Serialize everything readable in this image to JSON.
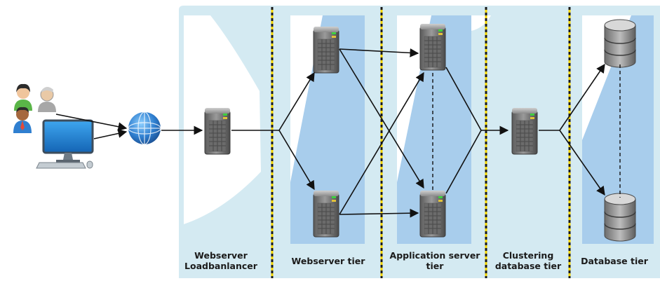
{
  "tiers": [
    {
      "id": "lb",
      "label_lines": [
        "Webserver",
        "Loadbanlancer"
      ]
    },
    {
      "id": "web",
      "label_lines": [
        "Webserver tier"
      ]
    },
    {
      "id": "app",
      "label_lines": [
        "Application server",
        "tier"
      ]
    },
    {
      "id": "cluster",
      "label_lines": [
        "Clustering",
        "database tier"
      ]
    },
    {
      "id": "db",
      "label_lines": [
        "Database tier"
      ]
    }
  ],
  "colors": {
    "panel_bg": "#d4eaf2",
    "lane_blue": "#a8cdec",
    "separator_yellow": "#f2d400",
    "separator_black": "#1a1a1a",
    "arrow": "#111111",
    "globe": "#2f7fd0",
    "server_body": "#7a7a7a",
    "database_body": "#8c8c8c",
    "monitor": "#1f88d6"
  },
  "icons": [
    "users-icon",
    "desktop-computer-icon",
    "internet-globe-icon",
    "server-icon",
    "database-icon"
  ]
}
